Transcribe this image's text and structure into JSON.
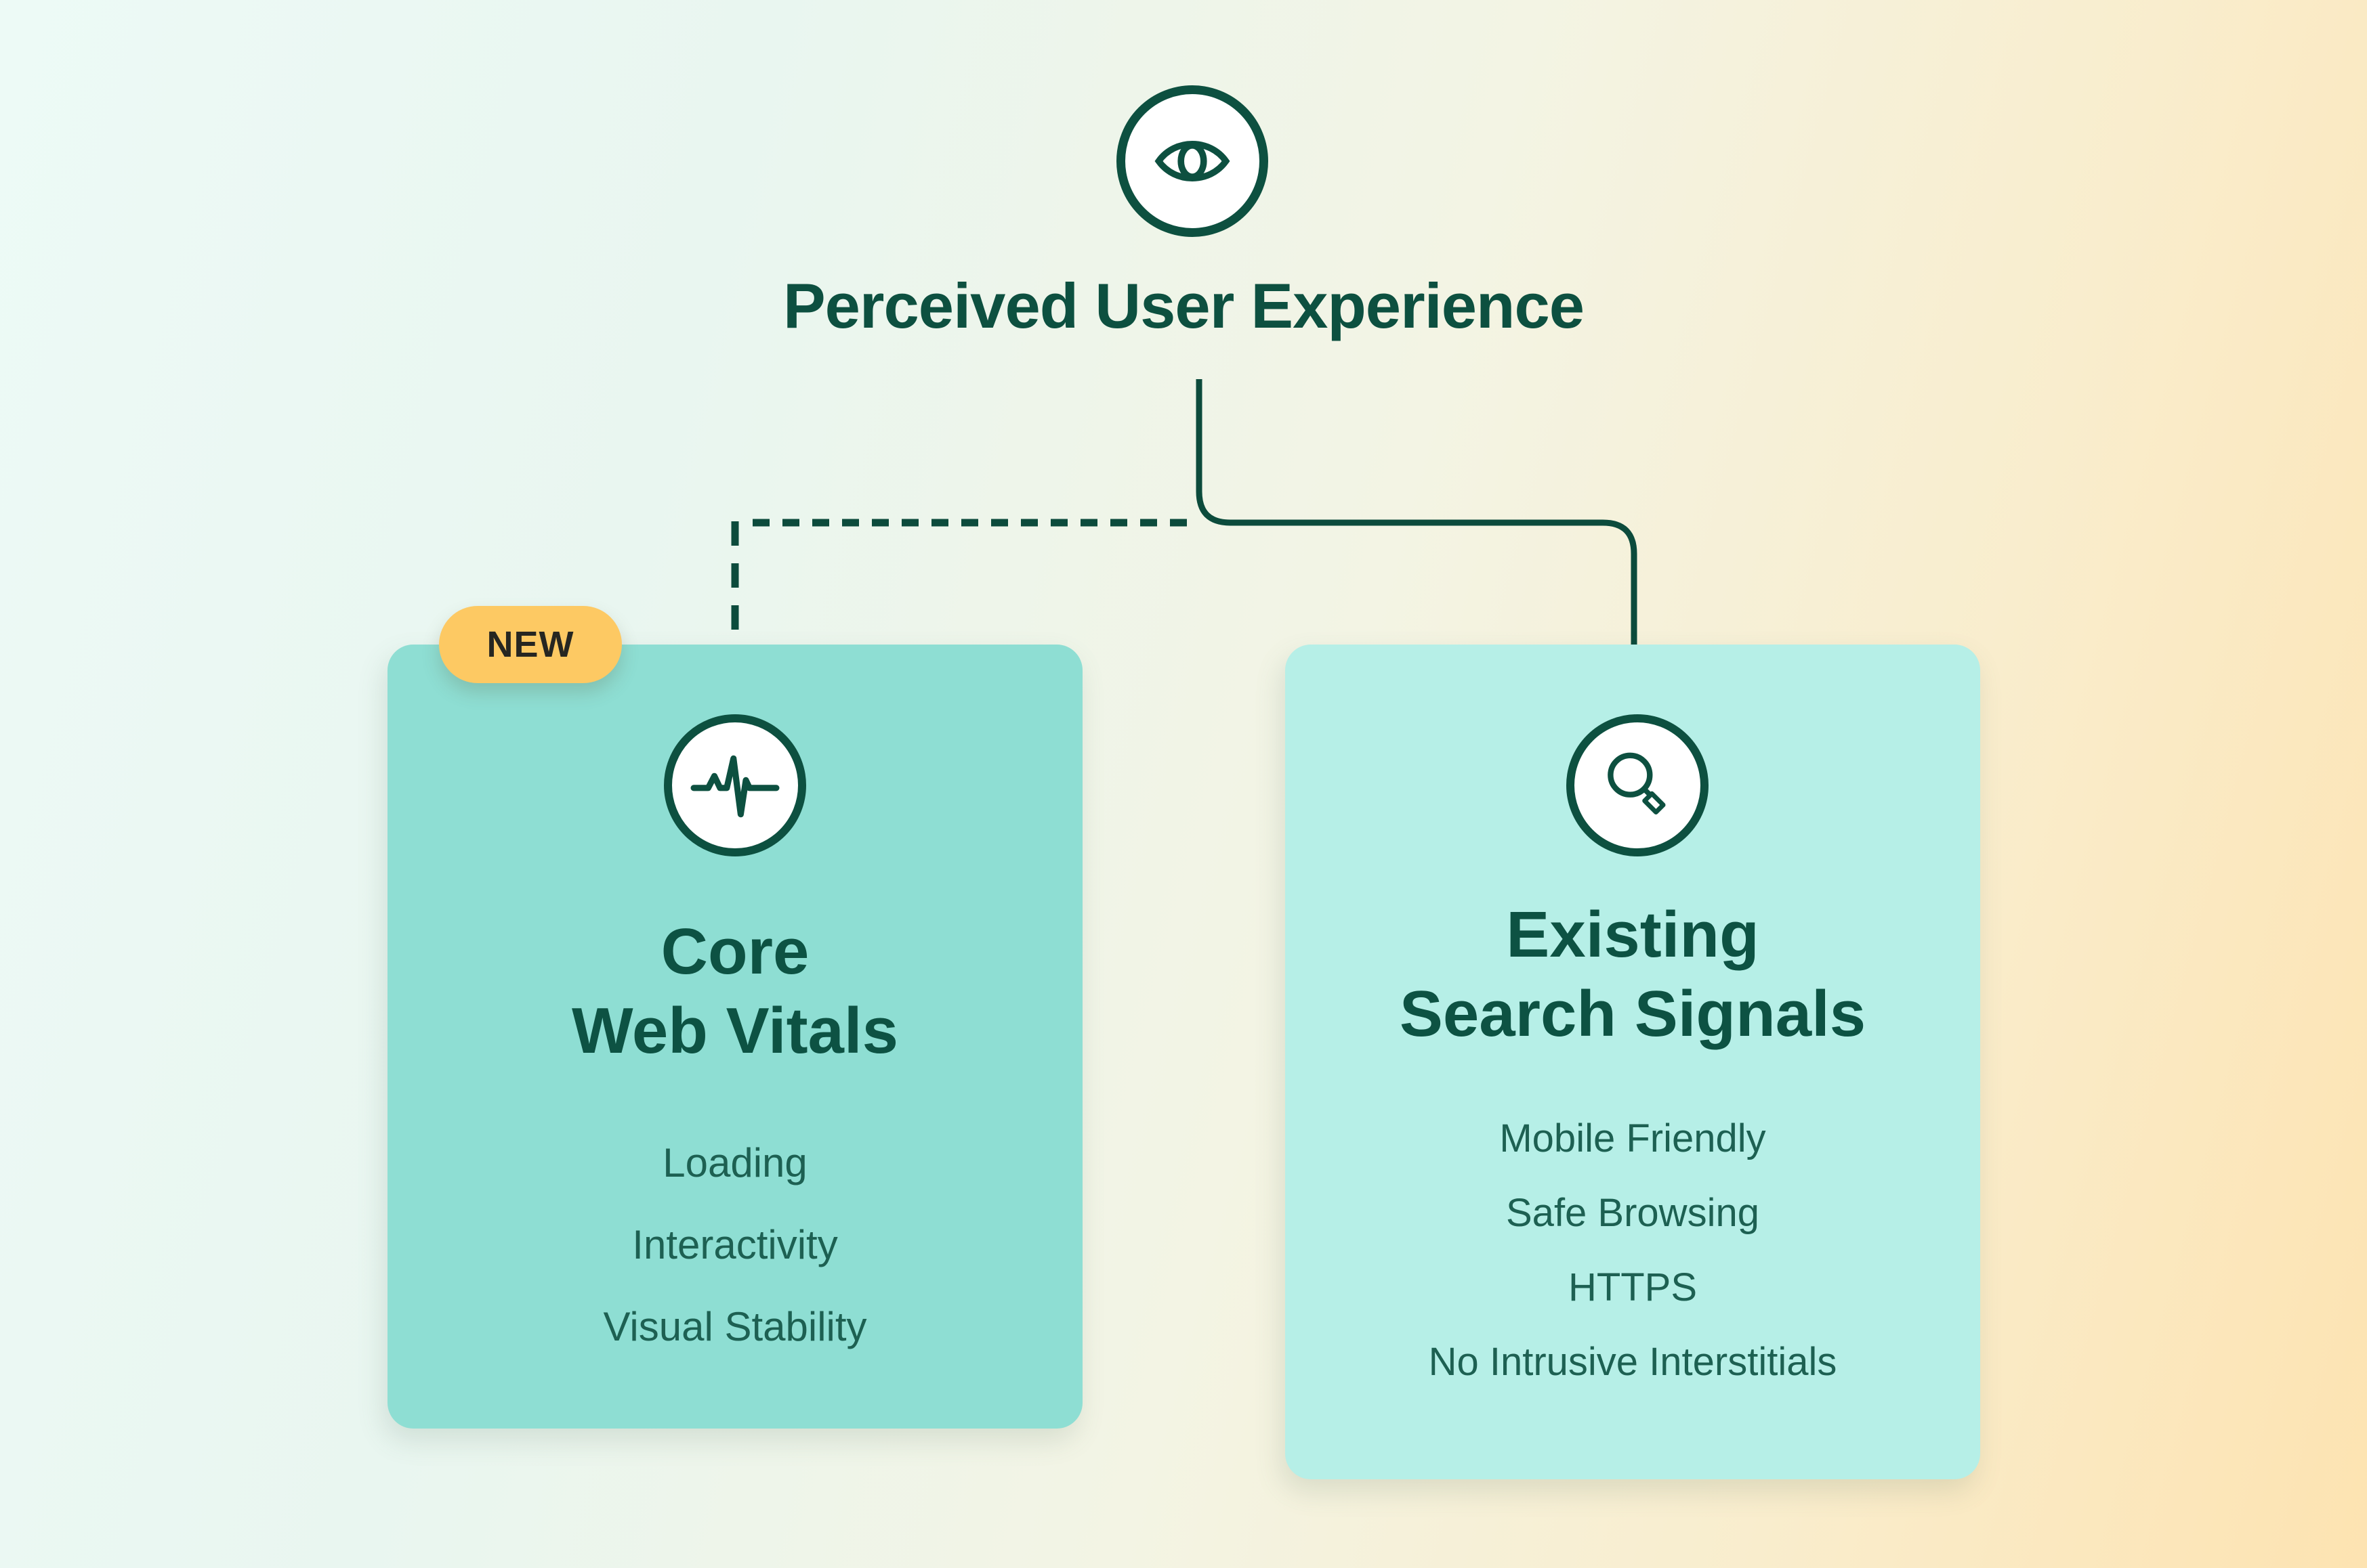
{
  "title": "Perceived User Experience",
  "root_icon": "eye-icon",
  "colors": {
    "accent_green": "#0D5040",
    "line_green": "#0C4B3C",
    "left_card_bg": "#8EDED3",
    "right_card_bg": "#B6EFE7",
    "badge_bg": "#FDC963",
    "badge_text": "#262621",
    "heading_text": "#0D5243",
    "item_text": "#1D6052",
    "background_start": "#EDFAF6",
    "background_end": "#FDE3B1"
  },
  "connectors": {
    "left_branch_style": "dashed",
    "right_branch_style": "solid"
  },
  "boxes": [
    {
      "id": "core-web-vitals",
      "badge": "NEW",
      "icon": "pulse-icon",
      "title_line1": "Core",
      "title_line2": "Web Vitals",
      "items": [
        "Loading",
        "Interactivity",
        "Visual Stability"
      ]
    },
    {
      "id": "existing-search-signals",
      "icon": "magnifier-icon",
      "title_line1": "Existing",
      "title_line2": "Search Signals",
      "items": [
        "Mobile Friendly",
        "Safe Browsing",
        "HTTPS",
        "No Intrusive Interstitials"
      ]
    }
  ]
}
